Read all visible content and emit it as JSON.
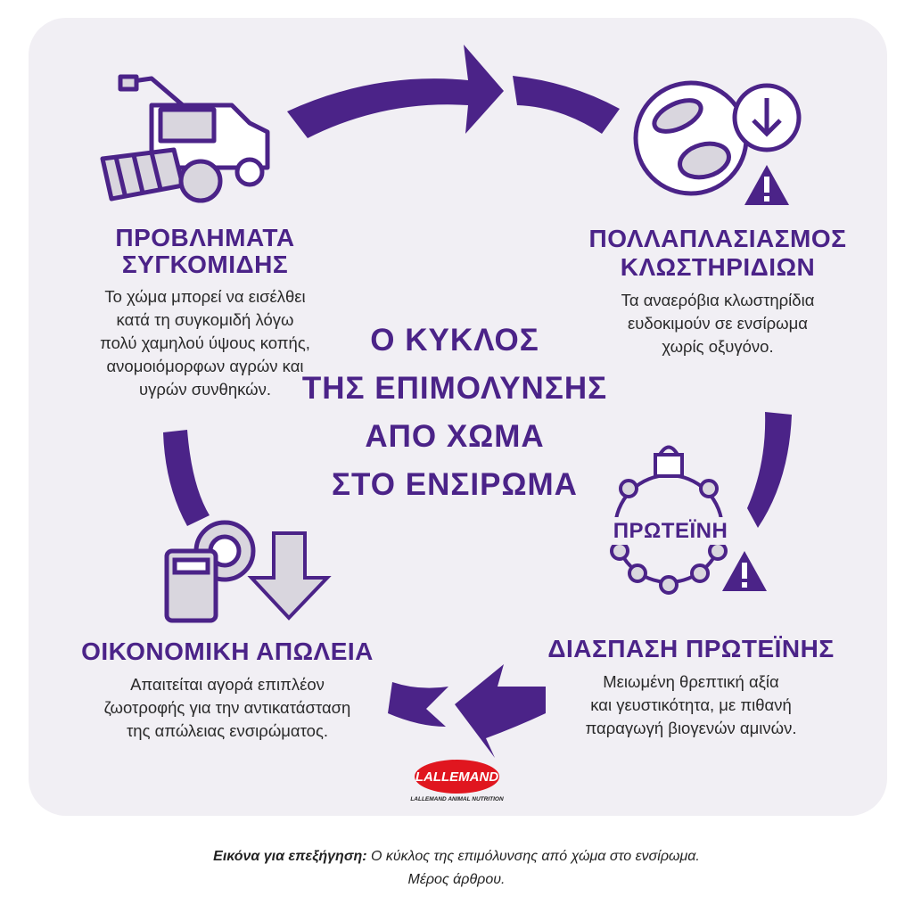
{
  "center_title": [
    "Ο ΚΥΚΛΟΣ",
    "ΤΗΣ ΕΠΙΜΟΛΥΝΣΗΣ",
    "ΑΠΟ ΧΩΜΑ",
    "ΣΤΟ ΕΝΣΙΡΩΜΑ"
  ],
  "steps": [
    {
      "title": [
        "ΠΡΟΒΛΗΜΑΤΑ",
        "ΣΥΓΚΟΜΙΔΗΣ"
      ],
      "text": [
        "Το χώμα μπορεί να εισέλθει",
        "κατά τη συγκομιδή λόγω",
        "πολύ χαμηλού ύψους κοπής,",
        "ανομοιόμορφων αγρών και",
        "υγρών συνθηκών."
      ],
      "icon": "harvester-icon"
    },
    {
      "title": [
        "ΠΟΛΛΑΠΛΑΣΙΑΣΜΟΣ",
        "ΚΛΩΣΤΗΡΙΔΙΩΝ"
      ],
      "text": [
        "Τα αναερόβια κλωστηρίδια",
        "ευδοκιμούν σε ενσίρωμα",
        "χωρίς οξυγόνο."
      ],
      "icon": "bacteria-icon"
    },
    {
      "title": [
        "ΔΙΑΣΠΑΣΗ ΠΡΩΤΕΪΝΗΣ"
      ],
      "text": [
        "Μειωμένη θρεπτική αξία",
        "και γευστικότητα, με πιθανή",
        "παραγωγή βιογενών αμινών."
      ],
      "icon": "protein-chain-icon",
      "icon_label": "ΠΡΩΤΕΪΝΗ"
    },
    {
      "title": [
        "ΟΙΚΟΝΟΜΙΚΗ ΑΠΩΛΕΙΑ"
      ],
      "text": [
        "Απαιτείται αγορά επιπλέον",
        "ζωοτροφής για την αντικατάσταση",
        "της απώλειας ενσιρώματος."
      ],
      "icon": "calculator-euro-icon"
    }
  ],
  "logo": {
    "name": "LALLEMAND",
    "subtitle": "LALLEMAND ANIMAL NUTRITION"
  },
  "caption": {
    "bold": "Εικόνα για επεξήγηση:",
    "text": " Ο κύκλος της επιμόλυνσης από χώμα στο ενσίρωμα.",
    "line2": "Μέρος άρθρου."
  },
  "colors": {
    "purple": "#4b2388",
    "card": "#f1eff4",
    "logo_red": "#e0161f"
  }
}
